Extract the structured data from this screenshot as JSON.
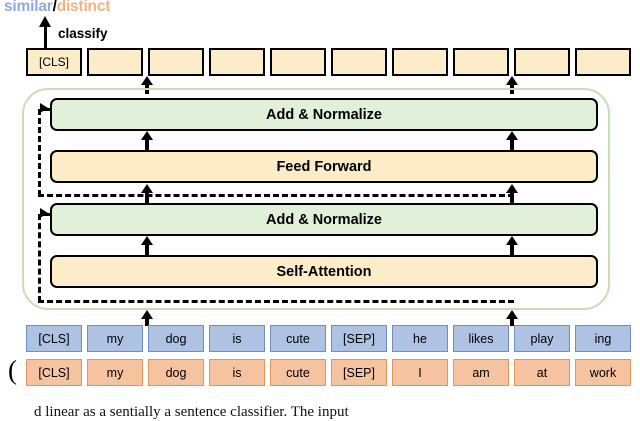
{
  "figure": {
    "header": {
      "similar": "similar",
      "slash": "/",
      "distinct": "distinct"
    },
    "classify_label": "classify",
    "output_tokens": [
      "[CLS]",
      "",
      "",
      "",
      "",
      "",
      "",
      "",
      "",
      ""
    ],
    "encoder": {
      "layers": [
        {
          "name": "add-normalize-2",
          "label": "Add & Normalize",
          "style": "green"
        },
        {
          "name": "feed-forward",
          "label": "Feed Forward",
          "style": "yellow"
        },
        {
          "name": "add-normalize-1",
          "label": "Add & Normalize",
          "style": "green"
        },
        {
          "name": "self-attention",
          "label": "Self-Attention",
          "style": "yellow"
        }
      ]
    },
    "input_rows": [
      {
        "name": "sentence-pair-similar",
        "style": "blue",
        "tokens": [
          "[CLS]",
          "my",
          "dog",
          "is",
          "cute",
          "[SEP]",
          "he",
          "likes",
          "play",
          "ing"
        ]
      },
      {
        "name": "sentence-pair-distinct",
        "style": "orange",
        "open_paren": "(",
        "close_paren": ")",
        "tokens": [
          "[CLS]",
          "my",
          "dog",
          "is",
          "cute",
          "[SEP]",
          "I",
          "am",
          "at",
          "work"
        ]
      }
    ],
    "caption": "d linear as a sentially a sentence classifier. The input",
    "colors": {
      "similar": "#8faadc",
      "distinct": "#f4b183",
      "cream_fill": "#fdecc8",
      "green_fill": "#e2efd9",
      "container_border": "#c5e0b4",
      "blue_token": "#aec2e3",
      "orange_token": "#f6c3a0",
      "stroke": "#000000"
    }
  }
}
